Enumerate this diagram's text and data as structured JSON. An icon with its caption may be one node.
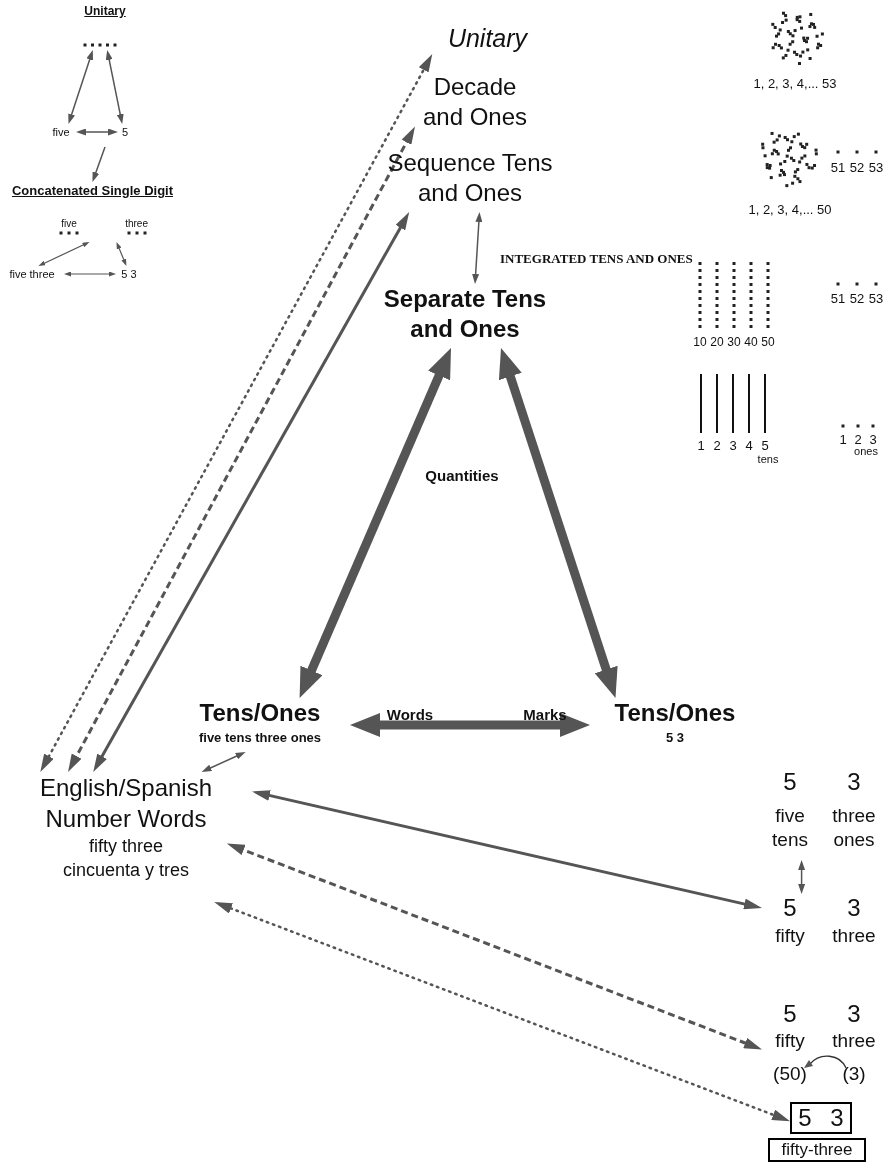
{
  "diagram": {
    "nodes": [
      {
        "text": [
          "Unitary"
        ]
      },
      {
        "text": [],
        "shape": "dots",
        "in": 0
      },
      {
        "text": [
          "five"
        ],
        "in": 0
      },
      {
        "text": [
          "5"
        ],
        "in": 0
      },
      {
        "text": [
          "Concatenated Single Digit"
        ]
      },
      {
        "text": [
          "five",
          "three"
        ],
        "in": 4
      },
      {
        "text": [
          "five three"
        ],
        "in": 4
      },
      {
        "text": [
          "5 3"
        ],
        "in": 4
      },
      {
        "text": [
          "Unitary"
        ]
      },
      {
        "text": [
          "Decade and Ones"
        ]
      },
      {
        "text": [
          "Sequence Tens and Ones"
        ]
      },
      {
        "text": [
          "Separate Tens and Ones"
        ]
      },
      {
        "text": [
          "Tens/Ones",
          "five tens three ones"
        ]
      },
      {
        "text": [
          "Tens/Ones",
          "5 3"
        ]
      },
      {
        "text": [
          "English/Spanish Number Words",
          "fifty three",
          "cincuenta y tres"
        ]
      },
      {
        "text": [
          "5",
          "3",
          "five tens",
          "three ones"
        ]
      },
      {
        "text": [
          "5",
          "3",
          "fifty",
          "three"
        ]
      },
      {
        "text": [
          "5",
          "3",
          "fifty",
          "three",
          "(50)",
          "(3)"
        ]
      },
      {
        "text": [
          "5 3"
        ]
      },
      {
        "text": [
          "fifty-three"
        ]
      }
    ],
    "edges": [
      {
        "from": 1,
        "to": 2,
        "arrow": "both"
      },
      {
        "from": 1,
        "to": 3,
        "arrow": "both"
      },
      {
        "from": 2,
        "to": 3,
        "arrow": "both"
      },
      {
        "from": 0,
        "to": 4,
        "arrow": "to"
      },
      {
        "from": 5,
        "to": 6,
        "arrow": "both"
      },
      {
        "from": 5,
        "to": 7,
        "arrow": "both"
      },
      {
        "from": 6,
        "to": 7,
        "arrow": "both"
      },
      {
        "from": 14,
        "to": 8,
        "arrow": "both",
        "style": "dashed"
      },
      {
        "from": 14,
        "to": 9,
        "arrow": "both",
        "style": "dashed"
      },
      {
        "from": 14,
        "to": 10,
        "arrow": "both"
      },
      {
        "from": 10,
        "to": 11,
        "arrow": "both"
      },
      {
        "from": 11,
        "to": 12,
        "arrow": "both",
        "style": "thick"
      },
      {
        "from": 11,
        "to": 13,
        "arrow": "both",
        "style": "thick"
      },
      {
        "from": 12,
        "to": 13,
        "arrow": "both",
        "style": "thick"
      },
      {
        "from": 12,
        "to": 14,
        "arrow": "both"
      },
      {
        "from": 14,
        "to": 16,
        "arrow": "both"
      },
      {
        "from": 14,
        "to": 17,
        "arrow": "both",
        "style": "dashed"
      },
      {
        "from": 14,
        "to": 18,
        "arrow": "both",
        "style": "dashed"
      },
      {
        "from": 15,
        "to": 16,
        "arrow": "both"
      }
    ],
    "labels": [
      "INTEGRATED TENS AND ONES",
      "Quantities",
      "Words",
      "Marks",
      "1, 2, 3, 4,... 53",
      "1, 2, 3, 4,... 50",
      "51",
      "52",
      "53",
      "10",
      "20",
      "30",
      "40",
      "50",
      "51",
      "52",
      "53",
      "1",
      "2",
      "3",
      "4",
      "5",
      "tens",
      "1",
      "2",
      "3",
      "ones"
    ]
  }
}
